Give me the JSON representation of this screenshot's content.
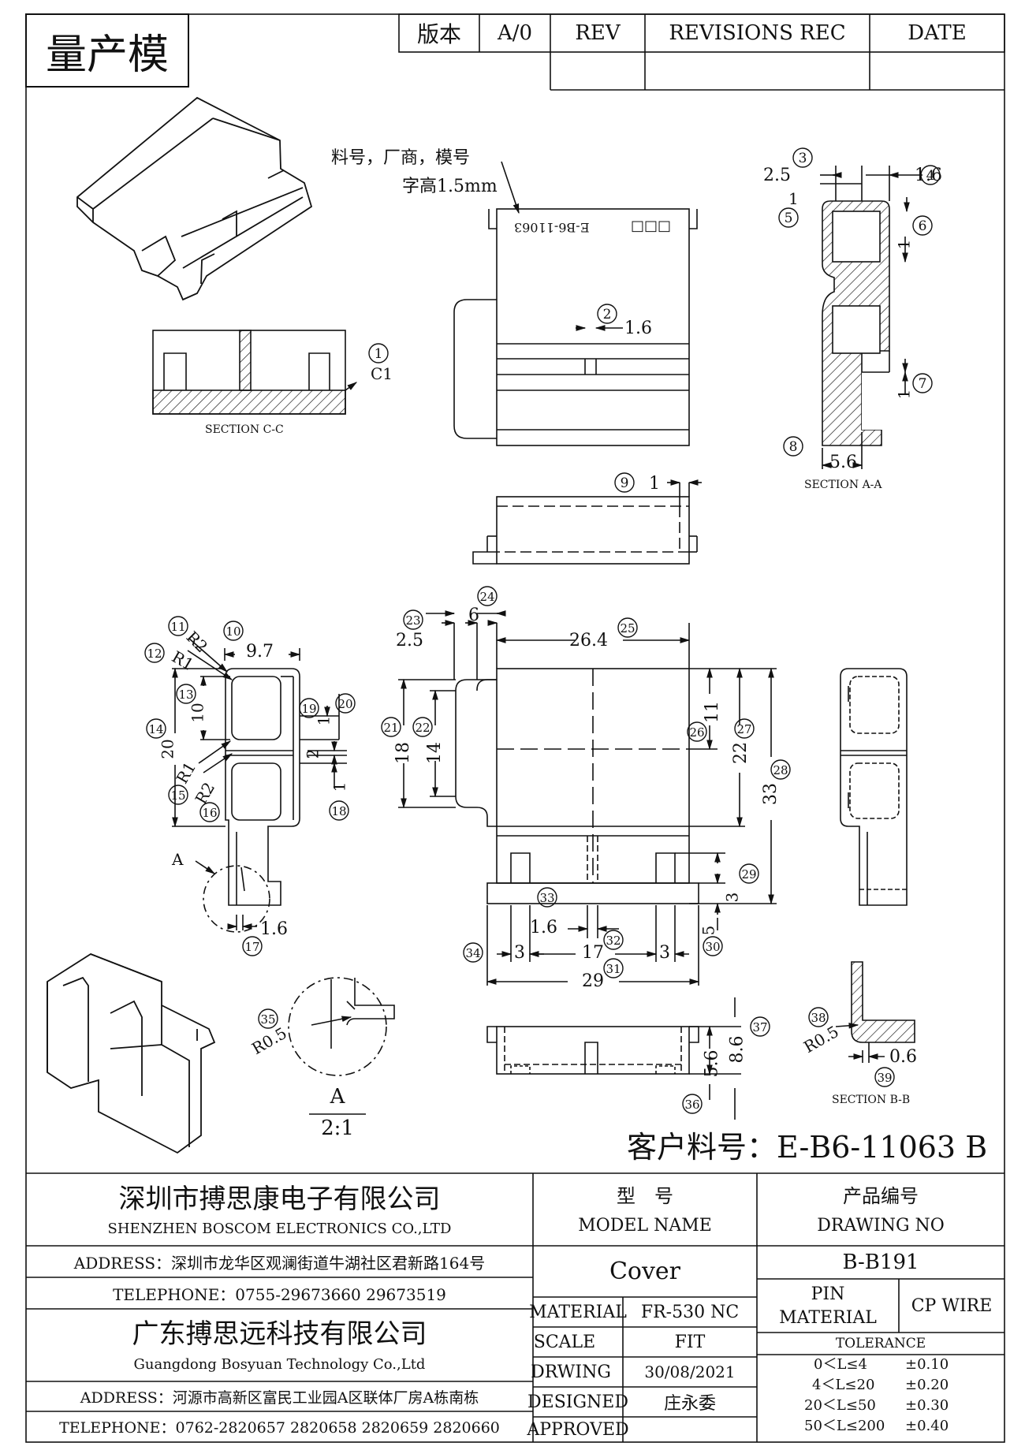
{
  "header": {
    "stage_label": "量产模",
    "version_label": "版本",
    "version_value": "A/0",
    "rev_label": "REV",
    "revisions_label": "REVISIONS REC",
    "date_label": "DATE"
  },
  "notes": {
    "marking_line1": "料号，厂商，模号",
    "marking_line2": "字高1.5mm",
    "engraved_part_no": "E-B6-11063",
    "engraved_boxes": "□□□"
  },
  "views": {
    "section_cc": "SECTION C-C",
    "section_aa": "SECTION A-A",
    "section_bb": "SECTION B-B",
    "detail_letter": "A",
    "detail_scale": "2:1",
    "detail_pointer": "A"
  },
  "dimensions": {
    "cc_chamfer": "C1",
    "top_groove": "1.6",
    "aa_2_5": "2.5",
    "aa_1_6": "1.6",
    "aa_1_top": "1",
    "aa_1_right": "1",
    "aa_1_lower": "1",
    "aa_5_6": "5.6",
    "rail_1": "1",
    "left_r2_top": "R2",
    "left_r1_top": "R1",
    "left_9_7": "9.7",
    "left_10": "10",
    "left_20": "20",
    "left_r1_mid": "R1",
    "left_r2_mid": "R2",
    "left_1_right_top": "1",
    "left_2": "2",
    "left_1_right_low": "1",
    "left_1_6": "1.6",
    "main_6": "6",
    "main_2_5": "2.5",
    "main_26_4": "26.4",
    "main_18": "18",
    "main_14": "14",
    "main_11": "11",
    "main_22": "22",
    "main_33": "33",
    "main_3_right": "3",
    "main_5": "5",
    "main_1_6": "1.6",
    "main_3_left": "3",
    "main_17": "17",
    "main_3_mid": "3",
    "main_29": "29",
    "bottom_5_6": "5.6",
    "bottom_8_6": "8.6",
    "detail_r0_5": "R0.5",
    "bb_r0_5": "R0.5",
    "bb_0_6": "0.6"
  },
  "balloons": [
    "1",
    "2",
    "3",
    "4",
    "5",
    "6",
    "7",
    "8",
    "9",
    "10",
    "11",
    "12",
    "13",
    "14",
    "15",
    "16",
    "17",
    "18",
    "19",
    "20",
    "21",
    "22",
    "23",
    "24",
    "25",
    "26",
    "27",
    "28",
    "29",
    "30",
    "31",
    "32",
    "33",
    "34",
    "35",
    "36",
    "37",
    "38",
    "39"
  ],
  "customer_part_label": "客户料号：E-B6-11063 B",
  "title_block": {
    "company1_cn": "深圳市搏思康电子有限公司",
    "company1_en": "SHENZHEN BOSCOM ELECTRONICS CO.,LTD",
    "address1": "ADDRESS：深圳市龙华区观澜街道牛湖社区君新路164号",
    "telephone1": "TELEPHONE：0755-29673660 29673519",
    "company2_cn": "广东搏思远科技有限公司",
    "company2_en": "Guangdong Bosyuan Technology Co.,Ltd",
    "address2": "ADDRESS：河源市高新区富民工业园A区联体厂房A栋南栋",
    "telephone2": "TELEPHONE：0762-2820657 2820658 2820659 2820660",
    "model_label_cn": "型　号",
    "model_label_en": "MODEL NAME",
    "model_value": "Cover",
    "drawing_label_cn": "产品编号",
    "drawing_label_en": "DRAWING NO",
    "drawing_value": "B-B191",
    "material_label": "MATERIAL",
    "material_value": "FR-530 NC",
    "scale_label": "SCALE",
    "scale_value": "FIT",
    "drawing_date_label": "DRWING",
    "drawing_date_value": "30/08/2021",
    "designed_label": "DESIGNED",
    "designed_value": "庄永委",
    "approved_label": "APPROVED",
    "approved_value": "",
    "pin_material_line1": "PIN",
    "pin_material_line2": "MATERIAL",
    "pin_material_value": "CP WIRE",
    "tolerance_label": "TOLERANCE",
    "tolerances": [
      {
        "range": "0＜L≤4",
        "value": "±0.10"
      },
      {
        "range": "4＜L≤20",
        "value": "±0.20"
      },
      {
        "range": "20＜L≤50",
        "value": "±0.30"
      },
      {
        "range": "50＜L≤200",
        "value": "±0.40"
      }
    ]
  }
}
